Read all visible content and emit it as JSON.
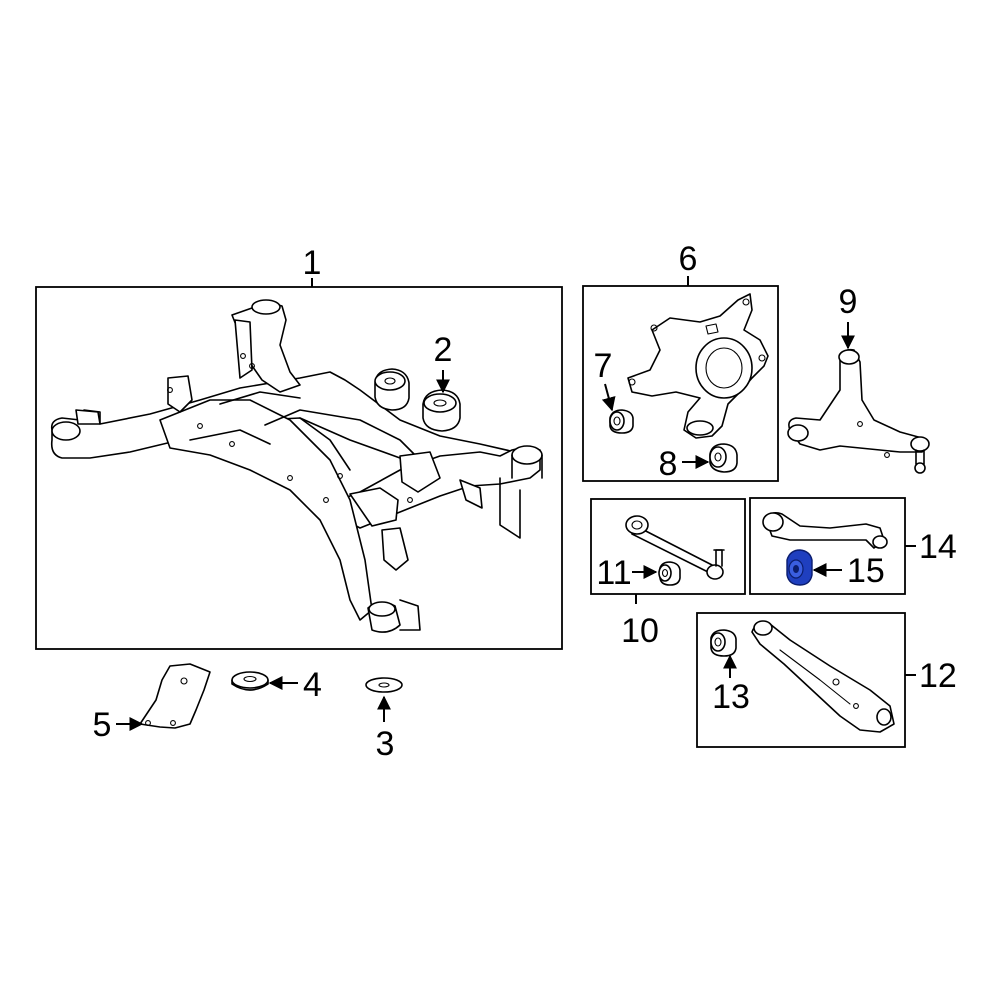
{
  "diagram": {
    "callouts": [
      {
        "id": "1",
        "label": "1"
      },
      {
        "id": "2",
        "label": "2"
      },
      {
        "id": "3",
        "label": "3"
      },
      {
        "id": "4",
        "label": "4"
      },
      {
        "id": "5",
        "label": "5"
      },
      {
        "id": "6",
        "label": "6"
      },
      {
        "id": "7",
        "label": "7"
      },
      {
        "id": "8",
        "label": "8"
      },
      {
        "id": "9",
        "label": "9"
      },
      {
        "id": "10",
        "label": "10"
      },
      {
        "id": "11",
        "label": "11"
      },
      {
        "id": "12",
        "label": "12"
      },
      {
        "id": "13",
        "label": "13"
      },
      {
        "id": "14",
        "label": "14"
      },
      {
        "id": "15",
        "label": "15"
      }
    ],
    "highlight_color": "#1f3fbf"
  }
}
